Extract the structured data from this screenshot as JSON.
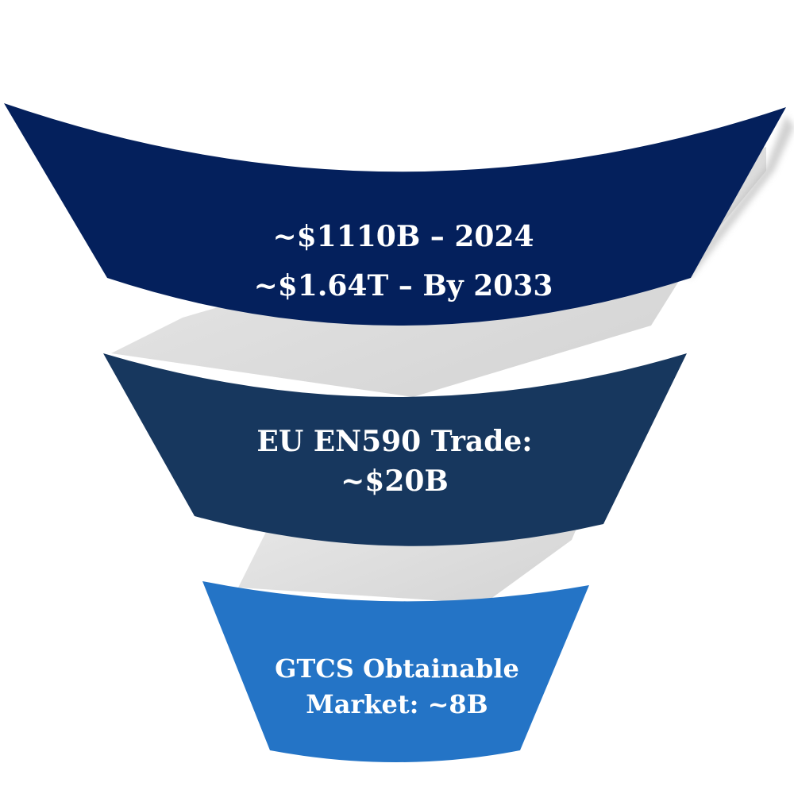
{
  "funnel": {
    "tiers": [
      {
        "lines": [
          "~$1110B – 2024",
          "~$1.64T – By 2033"
        ],
        "color": "#04205c"
      },
      {
        "lines": [
          "EU EN590 Trade:",
          "~$20B"
        ],
        "color": "#17375e"
      },
      {
        "lines": [
          "GTCS Obtainable",
          "Market: ~8B"
        ],
        "color": "#2474c6"
      }
    ],
    "shadow_color": "#d6d6d6"
  }
}
